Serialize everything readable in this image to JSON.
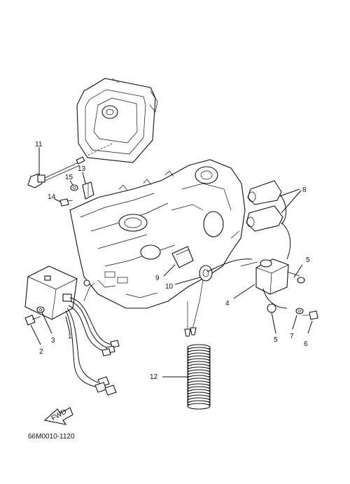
{
  "drawing_code": "66M0010-1120",
  "fwd_badge": "FWD",
  "callouts": [
    {
      "id": "c1",
      "text": "1"
    },
    {
      "id": "c2",
      "text": "2"
    },
    {
      "id": "c3",
      "text": "3"
    },
    {
      "id": "c4",
      "text": "4"
    },
    {
      "id": "c5a",
      "text": "5"
    },
    {
      "id": "c5b",
      "text": "5"
    },
    {
      "id": "c6",
      "text": "6"
    },
    {
      "id": "c7",
      "text": "7"
    },
    {
      "id": "c8",
      "text": "8"
    },
    {
      "id": "c9",
      "text": "9"
    },
    {
      "id": "c10",
      "text": "10"
    },
    {
      "id": "c11",
      "text": "11"
    },
    {
      "id": "c12",
      "text": "12"
    },
    {
      "id": "c13",
      "text": "13"
    },
    {
      "id": "c14",
      "text": "14"
    },
    {
      "id": "c15",
      "text": "15"
    }
  ]
}
